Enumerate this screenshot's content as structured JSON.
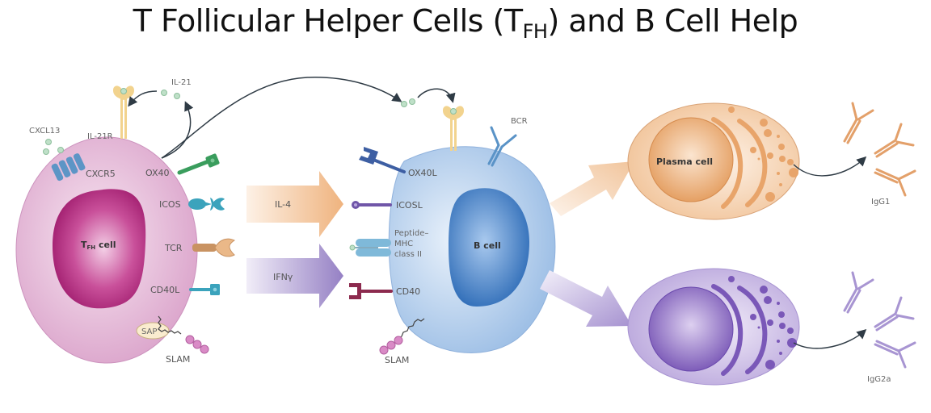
{
  "title": {
    "main": "T Follicular Helper Cells (T",
    "subscript": "FH",
    "rest": ") and B Cell Help"
  },
  "tfh_cell": {
    "label_main": "T",
    "label_sub": "FH",
    "label_rest": " cell",
    "markers": {
      "cxcl13": "CXCL13",
      "il21": "IL-21",
      "il21r": "IL-21R",
      "cxcr5": "CXCR5",
      "ox40": "OX40",
      "icos": "ICOS",
      "tcr": "TCR",
      "cd40l": "CD40L",
      "sap": "SAP",
      "slam": "SLAM"
    }
  },
  "signals": {
    "il4": "IL-4",
    "ifng": "IFNγ"
  },
  "b_cell": {
    "label": "B cell",
    "markers": {
      "bcr": "BCR",
      "ox40l": "OX40L",
      "icosl": "ICOSL",
      "pmhc_line1": "Peptide–",
      "pmhc_line2": "MHC",
      "pmhc_line3": "class II",
      "cd40": "CD40",
      "slam": "SLAM"
    }
  },
  "plasma_cells": [
    {
      "label": "Plasma cell",
      "antibody": "IgG1",
      "color": "#e8a46a"
    },
    {
      "label": "",
      "antibody": "IgG2a",
      "color": "#8a68c0"
    }
  ],
  "colors": {
    "tfh_body": "#e6b8da",
    "tfh_nucleus": "#b5237e",
    "bcell_body": "#b8d2f0",
    "bcell_nucleus": "#3d7cc6",
    "il4_arrow": "#f0b98a",
    "ifng_arrow": "#9c86c8",
    "cytokine": "#9ccfae"
  }
}
